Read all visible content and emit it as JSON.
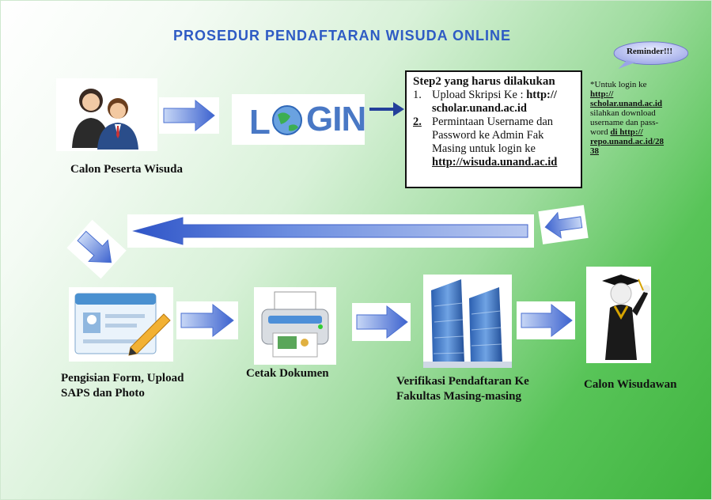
{
  "title": "PROSEDUR PENDAFTARAN WISUDA ONLINE",
  "steps": {
    "calon_peserta": "Calon Peserta Wisuda",
    "pengisian_form": "Pengisian Form, Upload SAPS dan Photo",
    "cetak_dokumen": "Cetak Dokumen",
    "verifikasi": "Verifikasi Pendaftaran Ke Fakultas Masing-masing",
    "calon_wisudawan": "Calon Wisudawan"
  },
  "login_logo_text": "LOGIN",
  "step_box": {
    "heading": "Step2 yang harus dilakukan",
    "item1_num": "1.",
    "item1_text": "Upload Skripsi Ke : ",
    "item1_link": "http:// scholar.unand.ac.id",
    "item2_num": "2.",
    "item2_text": "Permintaan Username dan Password ke Admin Fak Masing untuk login ke ",
    "item2_link": "http://wisuda.unand.ac.id"
  },
  "reminder": {
    "bubble": "Reminder!!!",
    "prefix": "*Untuk login ke ",
    "link1": "http:// scholar.unand.ac.id",
    "middle": " silahkan download username dan pass-word ",
    "link2": "di http:// repo.unand.ac.id/28 38"
  },
  "colors": {
    "title": "#2e5bc4",
    "arrow_light": "#9db8ee",
    "arrow_dark": "#2f55c8",
    "background_green": "#3fb43f"
  }
}
